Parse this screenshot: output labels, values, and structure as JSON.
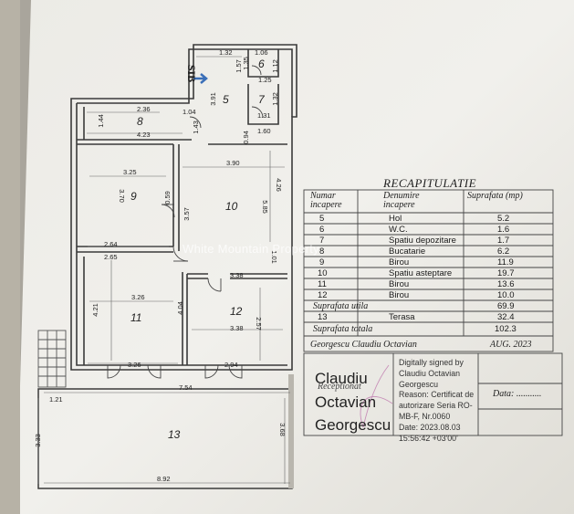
{
  "plan": {
    "entrance_label": "SIB",
    "room_numbers": [
      "5",
      "6",
      "7",
      "8",
      "9",
      "10",
      "11",
      "12",
      "13"
    ],
    "dimensions": [
      "1.32",
      "1.06",
      "1.57",
      "1.12",
      "1.35",
      "1.25",
      "1.31",
      "1.32",
      "3.91",
      "2.36",
      "1.04",
      "1.44",
      "4.23",
      "1.43",
      "0.94",
      "1.60",
      "3.25",
      "3.90",
      "3.70",
      "0.59",
      "3.57",
      "4.26",
      "5.85",
      "2.64",
      "2.65",
      "1.01",
      "3.38",
      "3.26",
      "4.21",
      "4.04",
      "3.38",
      "2.57",
      "3.26",
      "2.94",
      "7.54",
      "1.21",
      "3.33",
      "3.68",
      "8.92"
    ]
  },
  "watermark": "White Mountain Property",
  "recap": {
    "title": "RECAPITULATIE",
    "headers": {
      "number": "Numar incapere",
      "name": "Denumire incapere",
      "area": "Suprafata (mp)"
    },
    "rows": [
      {
        "no": "5",
        "name": "Hol",
        "area": "5.2"
      },
      {
        "no": "6",
        "name": "W.C.",
        "area": "1.6"
      },
      {
        "no": "7",
        "name": "Spatiu depozitare",
        "area": "1.7"
      },
      {
        "no": "8",
        "name": "Bucatarie",
        "area": "6.2"
      },
      {
        "no": "9",
        "name": "Birou",
        "area": "11.9"
      },
      {
        "no": "10",
        "name": "Spatiu asteptare",
        "area": "19.7"
      },
      {
        "no": "11",
        "name": "Birou",
        "area": "13.6"
      },
      {
        "no": "12",
        "name": "Birou",
        "area": "10.0"
      }
    ],
    "useful_label": "Suprafata utila",
    "useful_value": "69.9",
    "terrace_no": "13",
    "terrace_name": "Terasa",
    "terrace_value": "32.4",
    "total_label": "Suprafata totala",
    "total_value": "102.3",
    "author": "Georgescu Claudiu Octavian",
    "date": "AUG. 2023",
    "name_first": "Claudiu",
    "name_middle": "Octavian",
    "name_last": "Georgescu",
    "receptionat": "Receptionat",
    "digital_signature": [
      "Digitally signed by",
      "Claudiu Octavian",
      "Georgescu",
      "Reason: Certificat de",
      "autorizare Seria RO-",
      "MB-F, Nr.0060",
      "Date: 2023.08.03",
      "15:56:42 +03'00'"
    ],
    "data_label": "Data: ..........."
  }
}
